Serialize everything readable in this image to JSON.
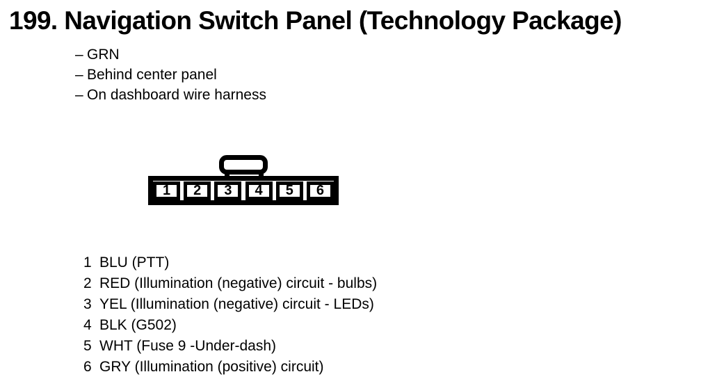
{
  "page": {
    "title": "199. Navigation Switch Panel (Technology Package)",
    "bullet_char": "–",
    "notes": [
      "GRN",
      "Behind center panel",
      "On dashboard wire harness"
    ]
  },
  "connector": {
    "pins": [
      {
        "number": "1",
        "label": "BLU (PTT)"
      },
      {
        "number": "2",
        "label": "RED (Illumination (negative) circuit - bulbs)"
      },
      {
        "number": "3",
        "label": "YEL (Illumination (negative) circuit - LEDs)"
      },
      {
        "number": "4",
        "label": "BLK (G502)"
      },
      {
        "number": "5",
        "label": "WHT (Fuse 9 -Under-dash)"
      },
      {
        "number": "6",
        "label": "GRY (Illumination (positive) circuit)"
      }
    ]
  },
  "colors": {
    "text": "#000000",
    "background": "#ffffff"
  }
}
